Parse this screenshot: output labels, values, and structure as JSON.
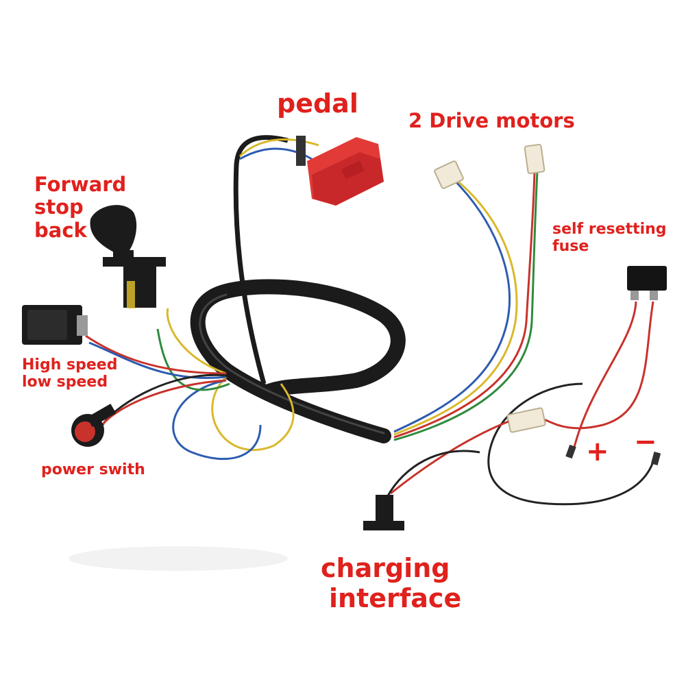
{
  "labels": {
    "pedal": "pedal",
    "drive_motors": "2 Drive motors",
    "forward_lines": [
      "Forward",
      "stop",
      "back"
    ],
    "fuse_lines": [
      "self resetting",
      "fuse"
    ],
    "speed_lines": [
      "High speed",
      "low speed"
    ],
    "power_switch": "power swith",
    "charging_lines": [
      "charging",
      "interface"
    ],
    "plus": "+",
    "minus": "−"
  },
  "colors": {
    "label": "#e0211d",
    "harness": "#1b1b1b",
    "wire_red": "#c8322b",
    "wire_yellow": "#d9b82a",
    "wire_blue": "#2d5bb0",
    "wire_green": "#2f8a3c",
    "wire_black": "#222222",
    "pedal": "#e23a36",
    "connector_white": "#f1ead8"
  }
}
